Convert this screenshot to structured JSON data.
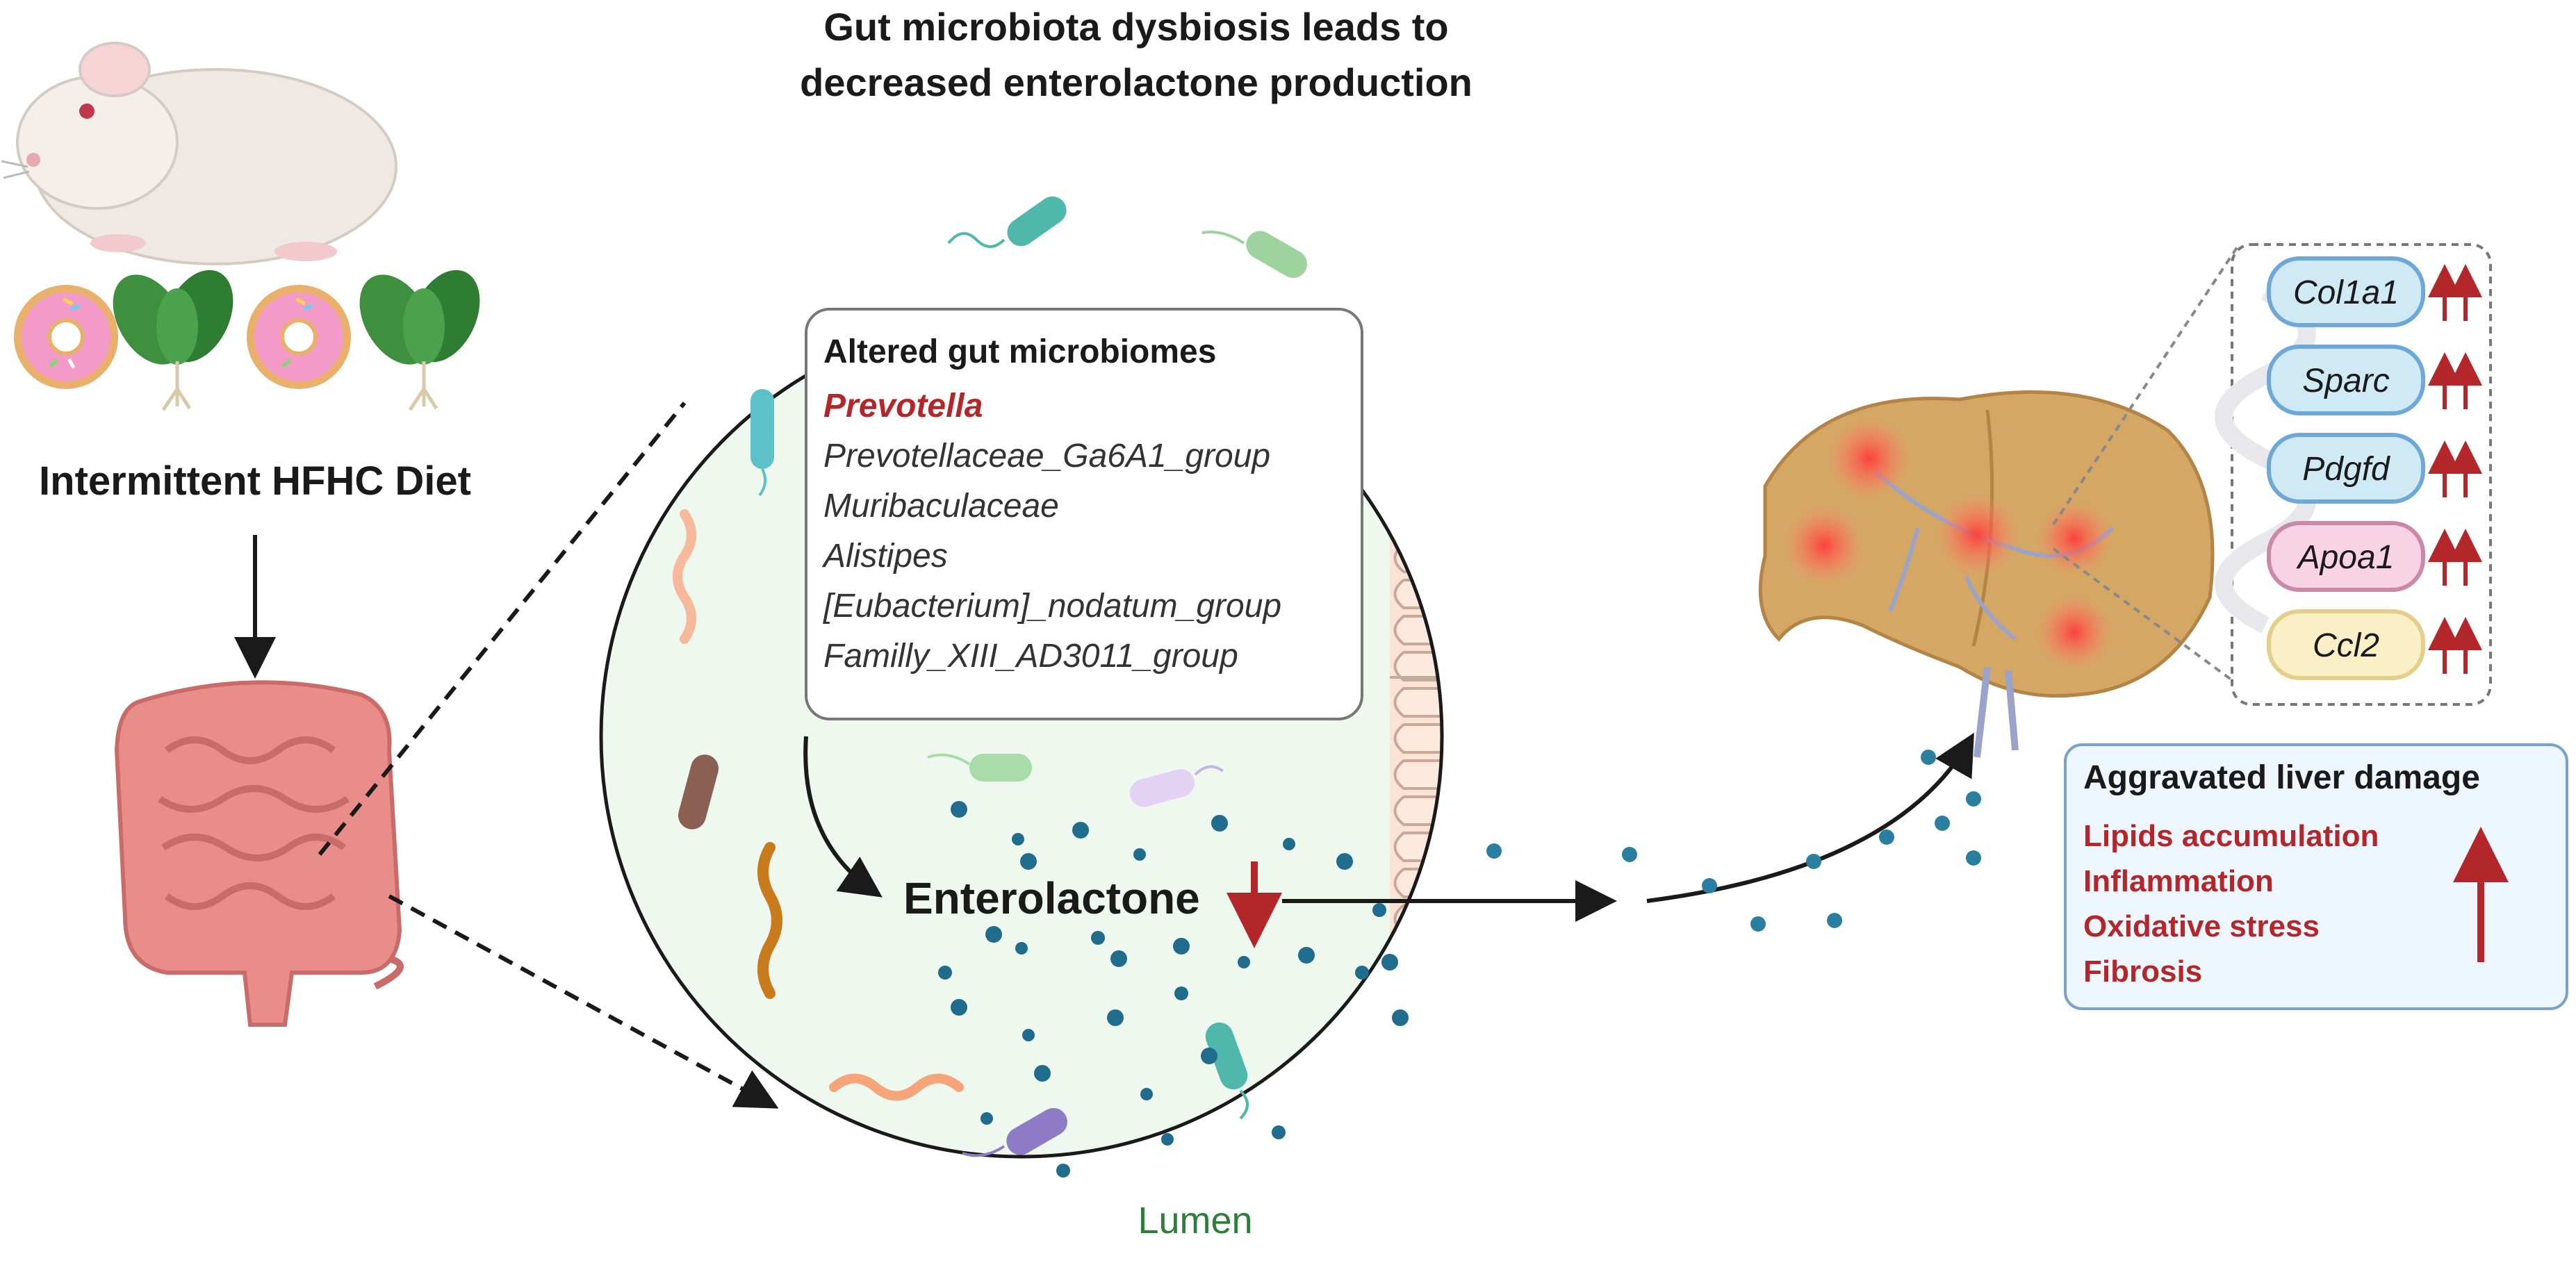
{
  "title": {
    "line1": "Gut microbiota dysbiosis leads to",
    "line2": "decreased enterolactone production"
  },
  "diet": {
    "label": "Intermittent HFHC Diet"
  },
  "microbiome_box": {
    "heading": "Altered gut microbiomes",
    "taxa": [
      "Prevotella",
      "Prevotellaceae_Ga6A1_group",
      "Muribaculaceae",
      "Alistipes",
      "[Eubacterium]_nodatum_group",
      "Familly_XIII_AD3011_group"
    ]
  },
  "enterolactone": {
    "label": "Enterolactone"
  },
  "lumen": {
    "label": "Lumen"
  },
  "genes": {
    "items": [
      {
        "name": "Col1a1",
        "fill": "#cfe9f5",
        "stroke": "#6ea8d8"
      },
      {
        "name": "Sparc",
        "fill": "#cfe9f5",
        "stroke": "#6ea8d8"
      },
      {
        "name": "Pdgfd",
        "fill": "#cfe9f5",
        "stroke": "#6ea8d8"
      },
      {
        "name": "Apoa1",
        "fill": "#f8d3e3",
        "stroke": "#cc88a8"
      },
      {
        "name": "Ccl2",
        "fill": "#fbefc8",
        "stroke": "#e4cf89"
      }
    ]
  },
  "liver_damage": {
    "heading": "Aggravated liver damage",
    "items": [
      "Lipids accumulation",
      "Inflammation",
      "Oxidative stress",
      "Fibrosis"
    ]
  },
  "colors": {
    "highlight_red": "#b3262a",
    "arrow_red": "#b3262a",
    "lumen_green": "#2e7d3a",
    "panel_bg": "#eef6ff",
    "circle_bg": "#eef8ee",
    "tissue_bg": "#fbe3d6"
  }
}
